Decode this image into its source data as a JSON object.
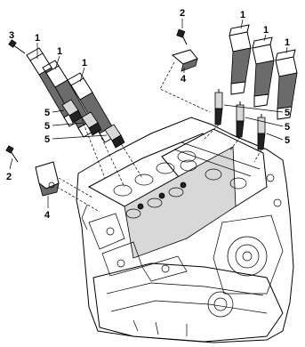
{
  "diagram": {
    "callouts": {
      "bolt_left_top": "3",
      "coil_left_1": "1",
      "coil_left_2": "1",
      "coil_left_3": "1",
      "plug_left_1": "5",
      "plug_left_2": "5",
      "plug_left_3": "5",
      "bolt_left_bottom": "2",
      "bracket_left": "4",
      "bolt_right_top": "2",
      "bracket_right": "4",
      "coil_right_1": "1",
      "coil_right_2": "1",
      "coil_right_3": "1",
      "plug_right_1": "5",
      "plug_right_2": "5",
      "plug_right_3": "5"
    }
  }
}
